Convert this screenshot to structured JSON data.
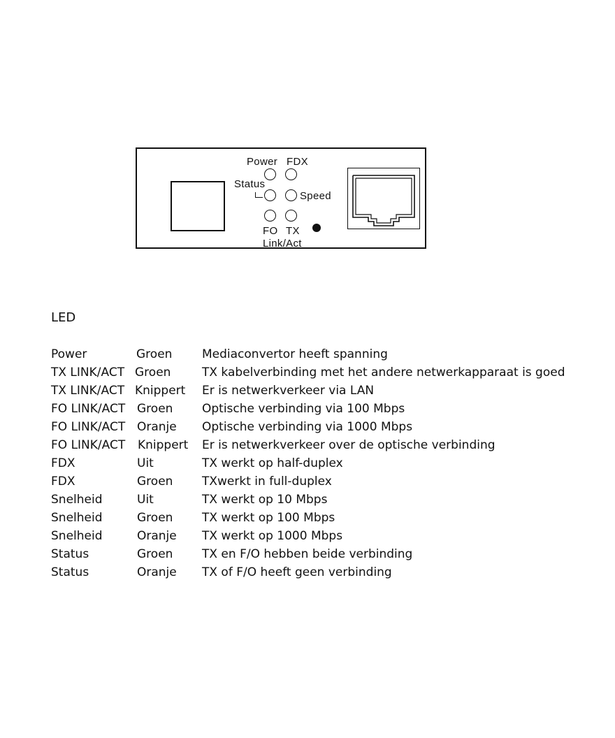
{
  "diagram": {
    "labels": {
      "power": "Power",
      "fdx": "FDX",
      "status": "Status",
      "speed": "Speed",
      "fo": "FO",
      "tx": "TX",
      "link_act": "Link/Act"
    }
  },
  "led_section": {
    "title": "LED",
    "rows": [
      {
        "name": "Power",
        "state": "Groen",
        "description": "Mediaconvertor heeft spanning"
      },
      {
        "name": "TX LINK/ACT",
        "state": "Groen",
        "description": "TX kabelverbinding met het andere netwerkapparaat is goed"
      },
      {
        "name": "TX LINK/ACT",
        "state": "Knippert",
        "description": "Er is netwerkverkeer via LAN"
      },
      {
        "name": "FO LINK/ACT",
        "state": "Groen",
        "description": "Optische verbinding via 100 Mbps"
      },
      {
        "name": "FO LINK/ACT",
        "state": "Oranje",
        "description": "Optische verbinding via 1000 Mbps"
      },
      {
        "name": "FO LINK/ACT",
        "state": "Knippert",
        "description": "Er is netwerkverkeer over de optische verbinding"
      },
      {
        "name": "FDX",
        "state": "Uit",
        "description": "TX werkt op half-duplex"
      },
      {
        "name": "FDX",
        "state": "Groen",
        "description": "TXwerkt in full-duplex"
      },
      {
        "name": "Snelheid",
        "state": "Uit",
        "description": "TX werkt op 10 Mbps"
      },
      {
        "name": "Snelheid",
        "state": "Groen",
        "description": "TX werkt op 100 Mbps"
      },
      {
        "name": "Snelheid",
        "state": "Oranje",
        "description": "TX werkt op 1000 Mbps"
      },
      {
        "name": "Status",
        "state": "Groen",
        "description": "TX en F/O hebben beide verbinding"
      },
      {
        "name": "Status",
        "state": "Oranje",
        "description": "TX of F/O heeft geen verbinding"
      }
    ]
  }
}
